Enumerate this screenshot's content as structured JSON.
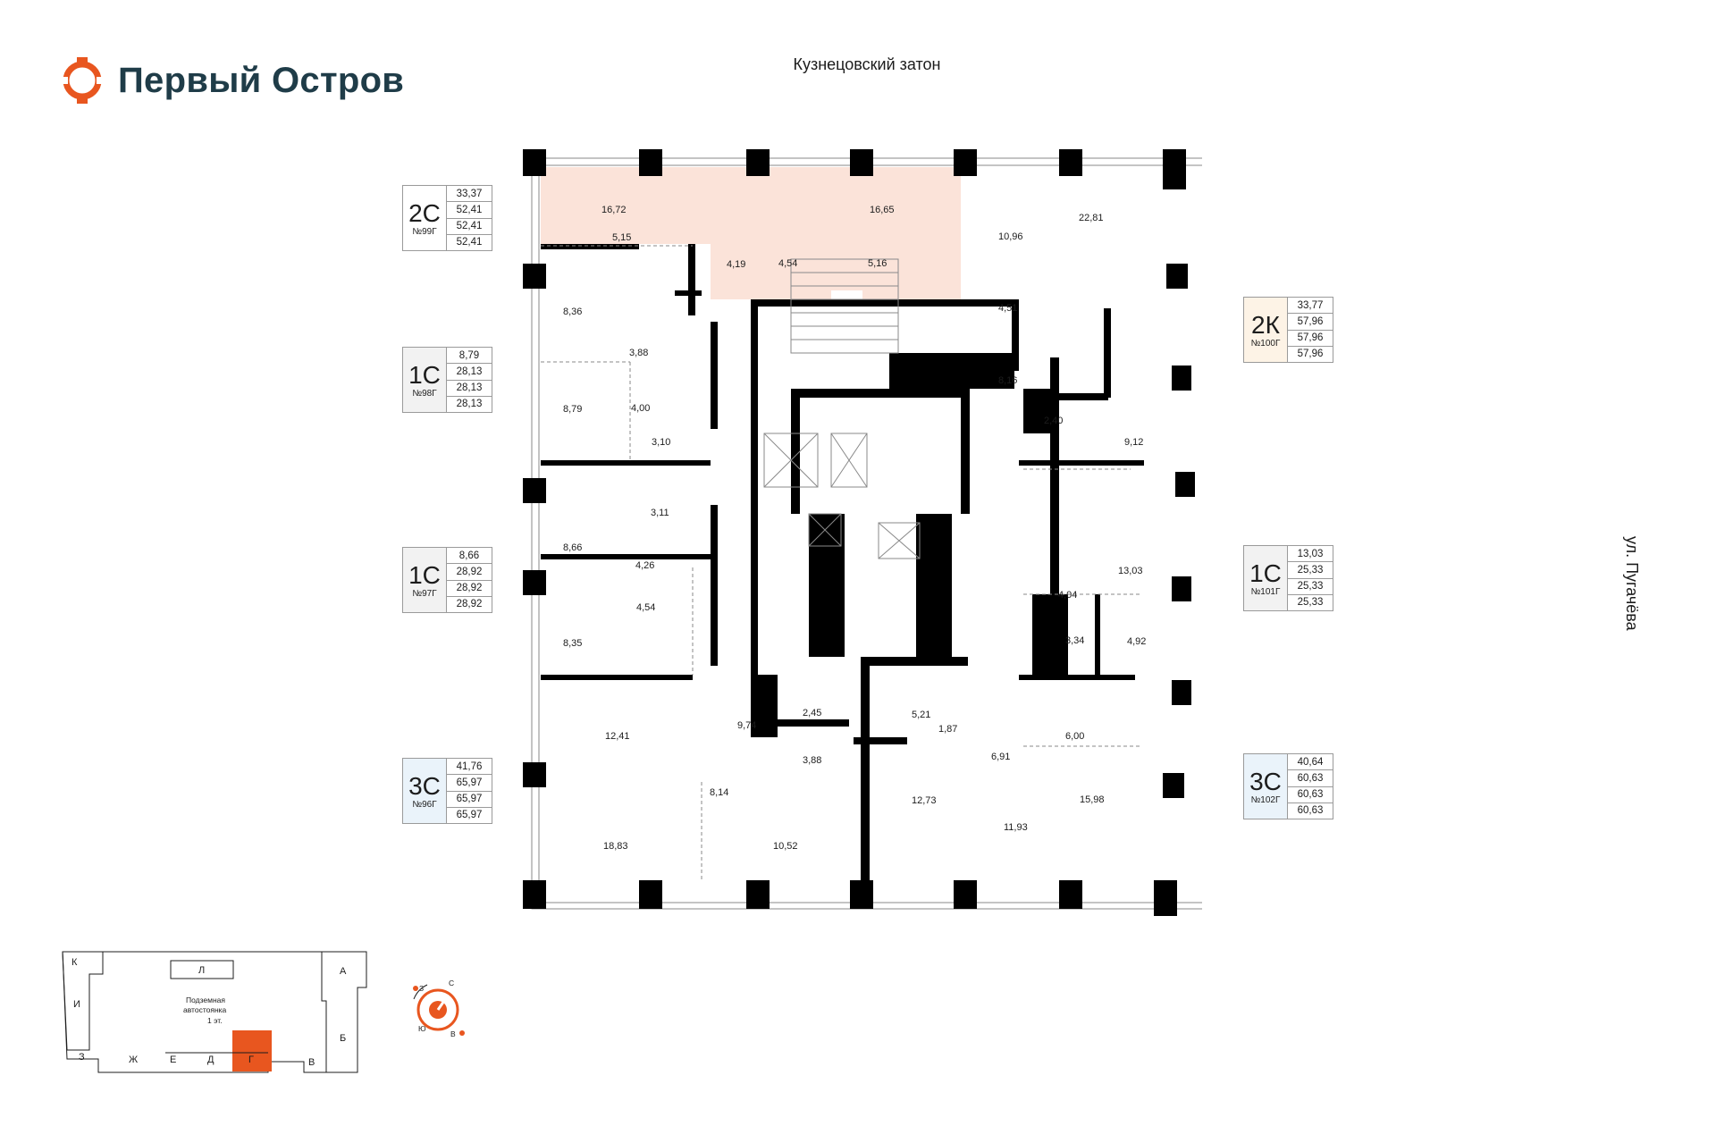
{
  "brand": {
    "name": "Первый Остров",
    "color": "#e8561f",
    "text_color": "#1f3c48"
  },
  "streets": {
    "top": "Кузнецовский затон",
    "right": "ул. Пугачёва"
  },
  "apartments": [
    {
      "type": "2С",
      "number": "№99Г",
      "areas": [
        "33,37",
        "52,41",
        "52,41",
        "52,41"
      ],
      "bg": "#ffffff",
      "highlight": true
    },
    {
      "type": "1С",
      "number": "№98Г",
      "areas": [
        "8,79",
        "28,13",
        "28,13",
        "28,13"
      ],
      "bg": "#f2f2f2"
    },
    {
      "type": "1С",
      "number": "№97Г",
      "areas": [
        "8,66",
        "28,92",
        "28,92",
        "28,92"
      ],
      "bg": "#f2f2f2"
    },
    {
      "type": "3С",
      "number": "№96Г",
      "areas": [
        "41,76",
        "65,97",
        "65,97",
        "65,97"
      ],
      "bg": "#eaf3fa"
    },
    {
      "type": "2К",
      "number": "№100Г",
      "areas": [
        "33,77",
        "57,96",
        "57,96",
        "57,96"
      ],
      "bg": "#fdf3e6"
    },
    {
      "type": "1С",
      "number": "№101Г",
      "areas": [
        "13,03",
        "25,33",
        "25,33",
        "25,33"
      ],
      "bg": "#f2f2f2"
    },
    {
      "type": "3С",
      "number": "№102Г",
      "areas": [
        "40,64",
        "60,63",
        "60,63",
        "60,63"
      ],
      "bg": "#eaf3fa"
    }
  ],
  "rooms": [
    "16,72",
    "16,65",
    "5,15",
    "4,19",
    "4,54",
    "5,16",
    "10,96",
    "22,81",
    "4,51",
    "8,16",
    "8,36",
    "3,88",
    "4,00",
    "8,79",
    "3,10",
    "2,40",
    "9,12",
    "3,11",
    "8,66",
    "4,26",
    "13,03",
    "4,04",
    "4,54",
    "8,35",
    "3,34",
    "4,92",
    "2,45",
    "9,74",
    "12,41",
    "5,21",
    "1,87",
    "6,00",
    "3,88",
    "6,91",
    "8,14",
    "12,73",
    "11,93",
    "15,98",
    "18,83",
    "10,52"
  ],
  "minimap": {
    "sections": [
      "К",
      "Л",
      "А",
      "И",
      "Б",
      "З",
      "Ж",
      "Е",
      "Д",
      "Г",
      "В"
    ],
    "parking_line1": "Подземная",
    "parking_line2": "автостоянка",
    "parking_line3": "1 эт.",
    "active_section": "Г",
    "active_color": "#e8561f"
  },
  "compass": {
    "north": "С",
    "west": "З",
    "south": "Ю",
    "east": "В"
  }
}
